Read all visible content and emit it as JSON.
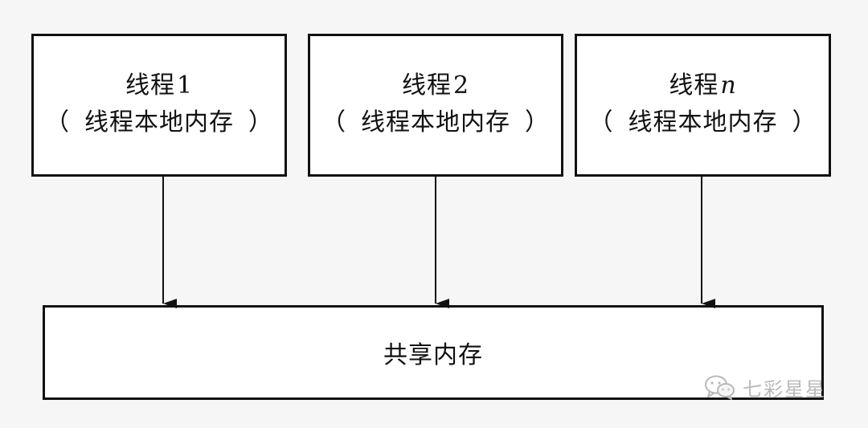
{
  "threads": [
    {
      "id": "thread1",
      "label": "线程",
      "suffix": "1",
      "suffix_italic": false,
      "sub": "线程本地内存"
    },
    {
      "id": "thread2",
      "label": "线程",
      "suffix": "2",
      "suffix_italic": false,
      "sub": "线程本地内存"
    },
    {
      "id": "threadn",
      "label": "线程",
      "suffix": "n",
      "suffix_italic": true,
      "sub": "线程本地内存"
    }
  ],
  "paren": {
    "open": "（",
    "close": "）"
  },
  "shared_memory": {
    "label": "共享内存"
  },
  "watermark": {
    "text": "七彩星星",
    "icon": "wechat-icon"
  }
}
